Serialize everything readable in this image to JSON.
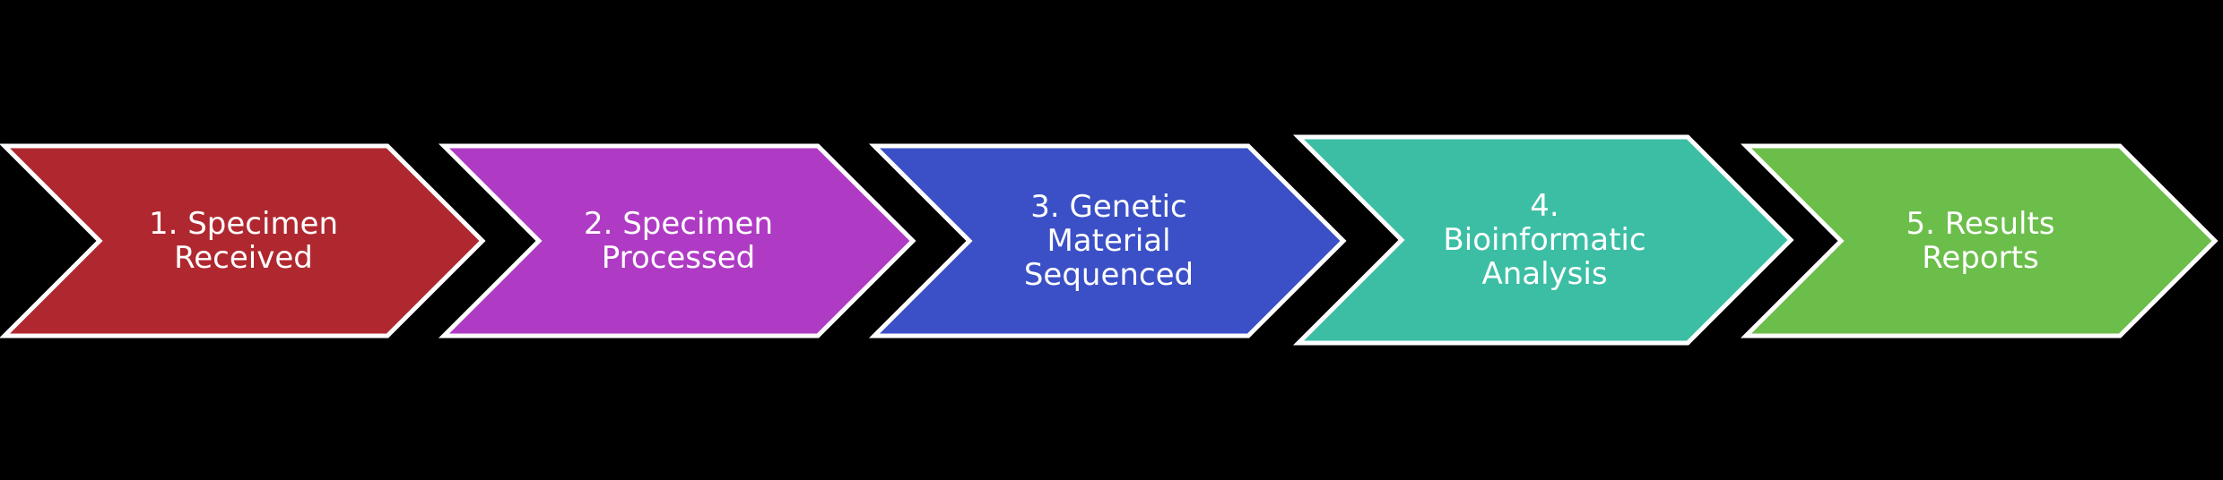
{
  "diagram": {
    "type": "chevron-process-flow",
    "background_color": "#000000",
    "outline_color": "#FFFFFF",
    "text_color": "#FFFFFF",
    "steps": [
      {
        "number": "1",
        "label": "1. Specimen Received",
        "lines": [
          "1. Specimen",
          "Received"
        ],
        "color": "#B0282F"
      },
      {
        "number": "2",
        "label": "2. Specimen Processed",
        "lines": [
          "2. Specimen",
          "Processed"
        ],
        "color": "#AF3BC4"
      },
      {
        "number": "3",
        "label": "3. Genetic Material Sequenced",
        "lines": [
          "3. Genetic",
          "Material",
          "Sequenced"
        ],
        "color": "#3B50C6"
      },
      {
        "number": "4",
        "label": "4. Bioinformatic Analysis",
        "lines": [
          "4.",
          "Bioinformatic",
          "Analysis"
        ],
        "color": "#3CBEA5"
      },
      {
        "number": "5",
        "label": "5. Results Reports",
        "lines": [
          "5. Results",
          "Reports"
        ],
        "color": "#6CBE4B"
      }
    ]
  }
}
